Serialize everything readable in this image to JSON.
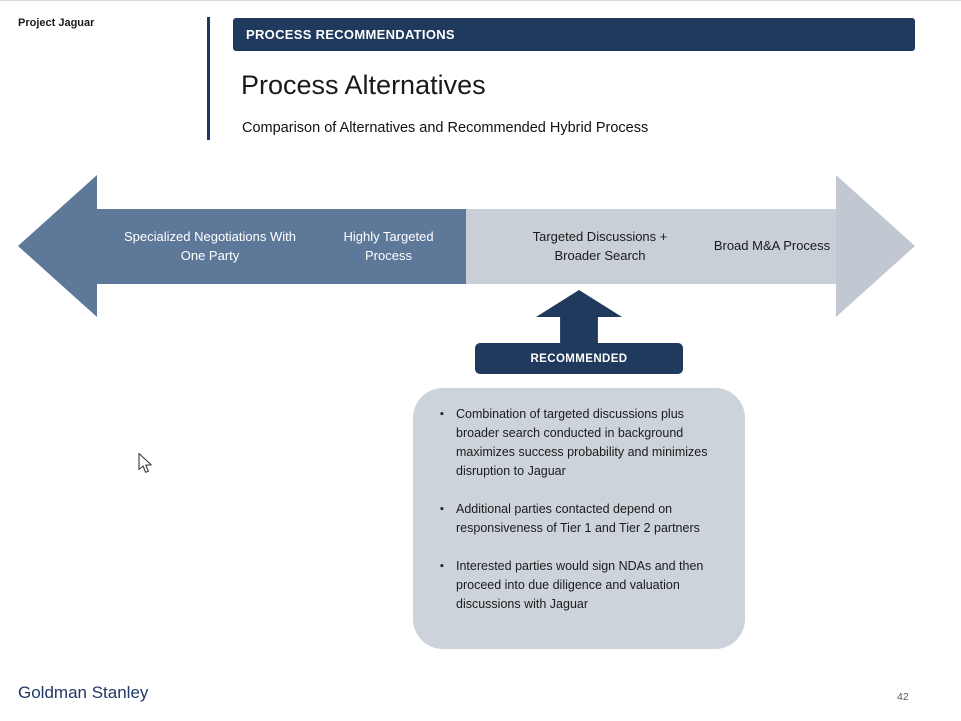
{
  "slide": {
    "project_label": "Project Jaguar",
    "header_title": "PROCESS RECOMMENDATIONS",
    "title": "Process Alternatives",
    "subtitle": "Comparison of Alternatives and Recommended Hybrid Process",
    "footer_brand": "Goldman Stanley",
    "page_number": "42"
  },
  "spectrum": {
    "segments": [
      {
        "label": "Specialized Negotiations With One Party"
      },
      {
        "label": "Highly Targeted Process"
      },
      {
        "label": "Targeted Discussions + Broader Search"
      },
      {
        "label": "Broad M&A Process"
      }
    ]
  },
  "recommendation": {
    "badge_label": "RECOMMENDED",
    "bullets": [
      "Combination of targeted discussions plus broader search conducted in background maximizes success probability and minimizes disruption to Jaguar",
      "Additional parties contacted depend on responsiveness of Tier 1 and Tier 2 partners",
      "Interested parties would sign NDAs and then proceed into due diligence and valuation discussions with Jaguar"
    ]
  },
  "colors": {
    "navy": "#1F3A5C",
    "slate_blue": "#5E7899",
    "arrow_gray": "#C9CFD7",
    "box_gray": "#CDD3DA",
    "brand_navy": "#1F3864"
  }
}
